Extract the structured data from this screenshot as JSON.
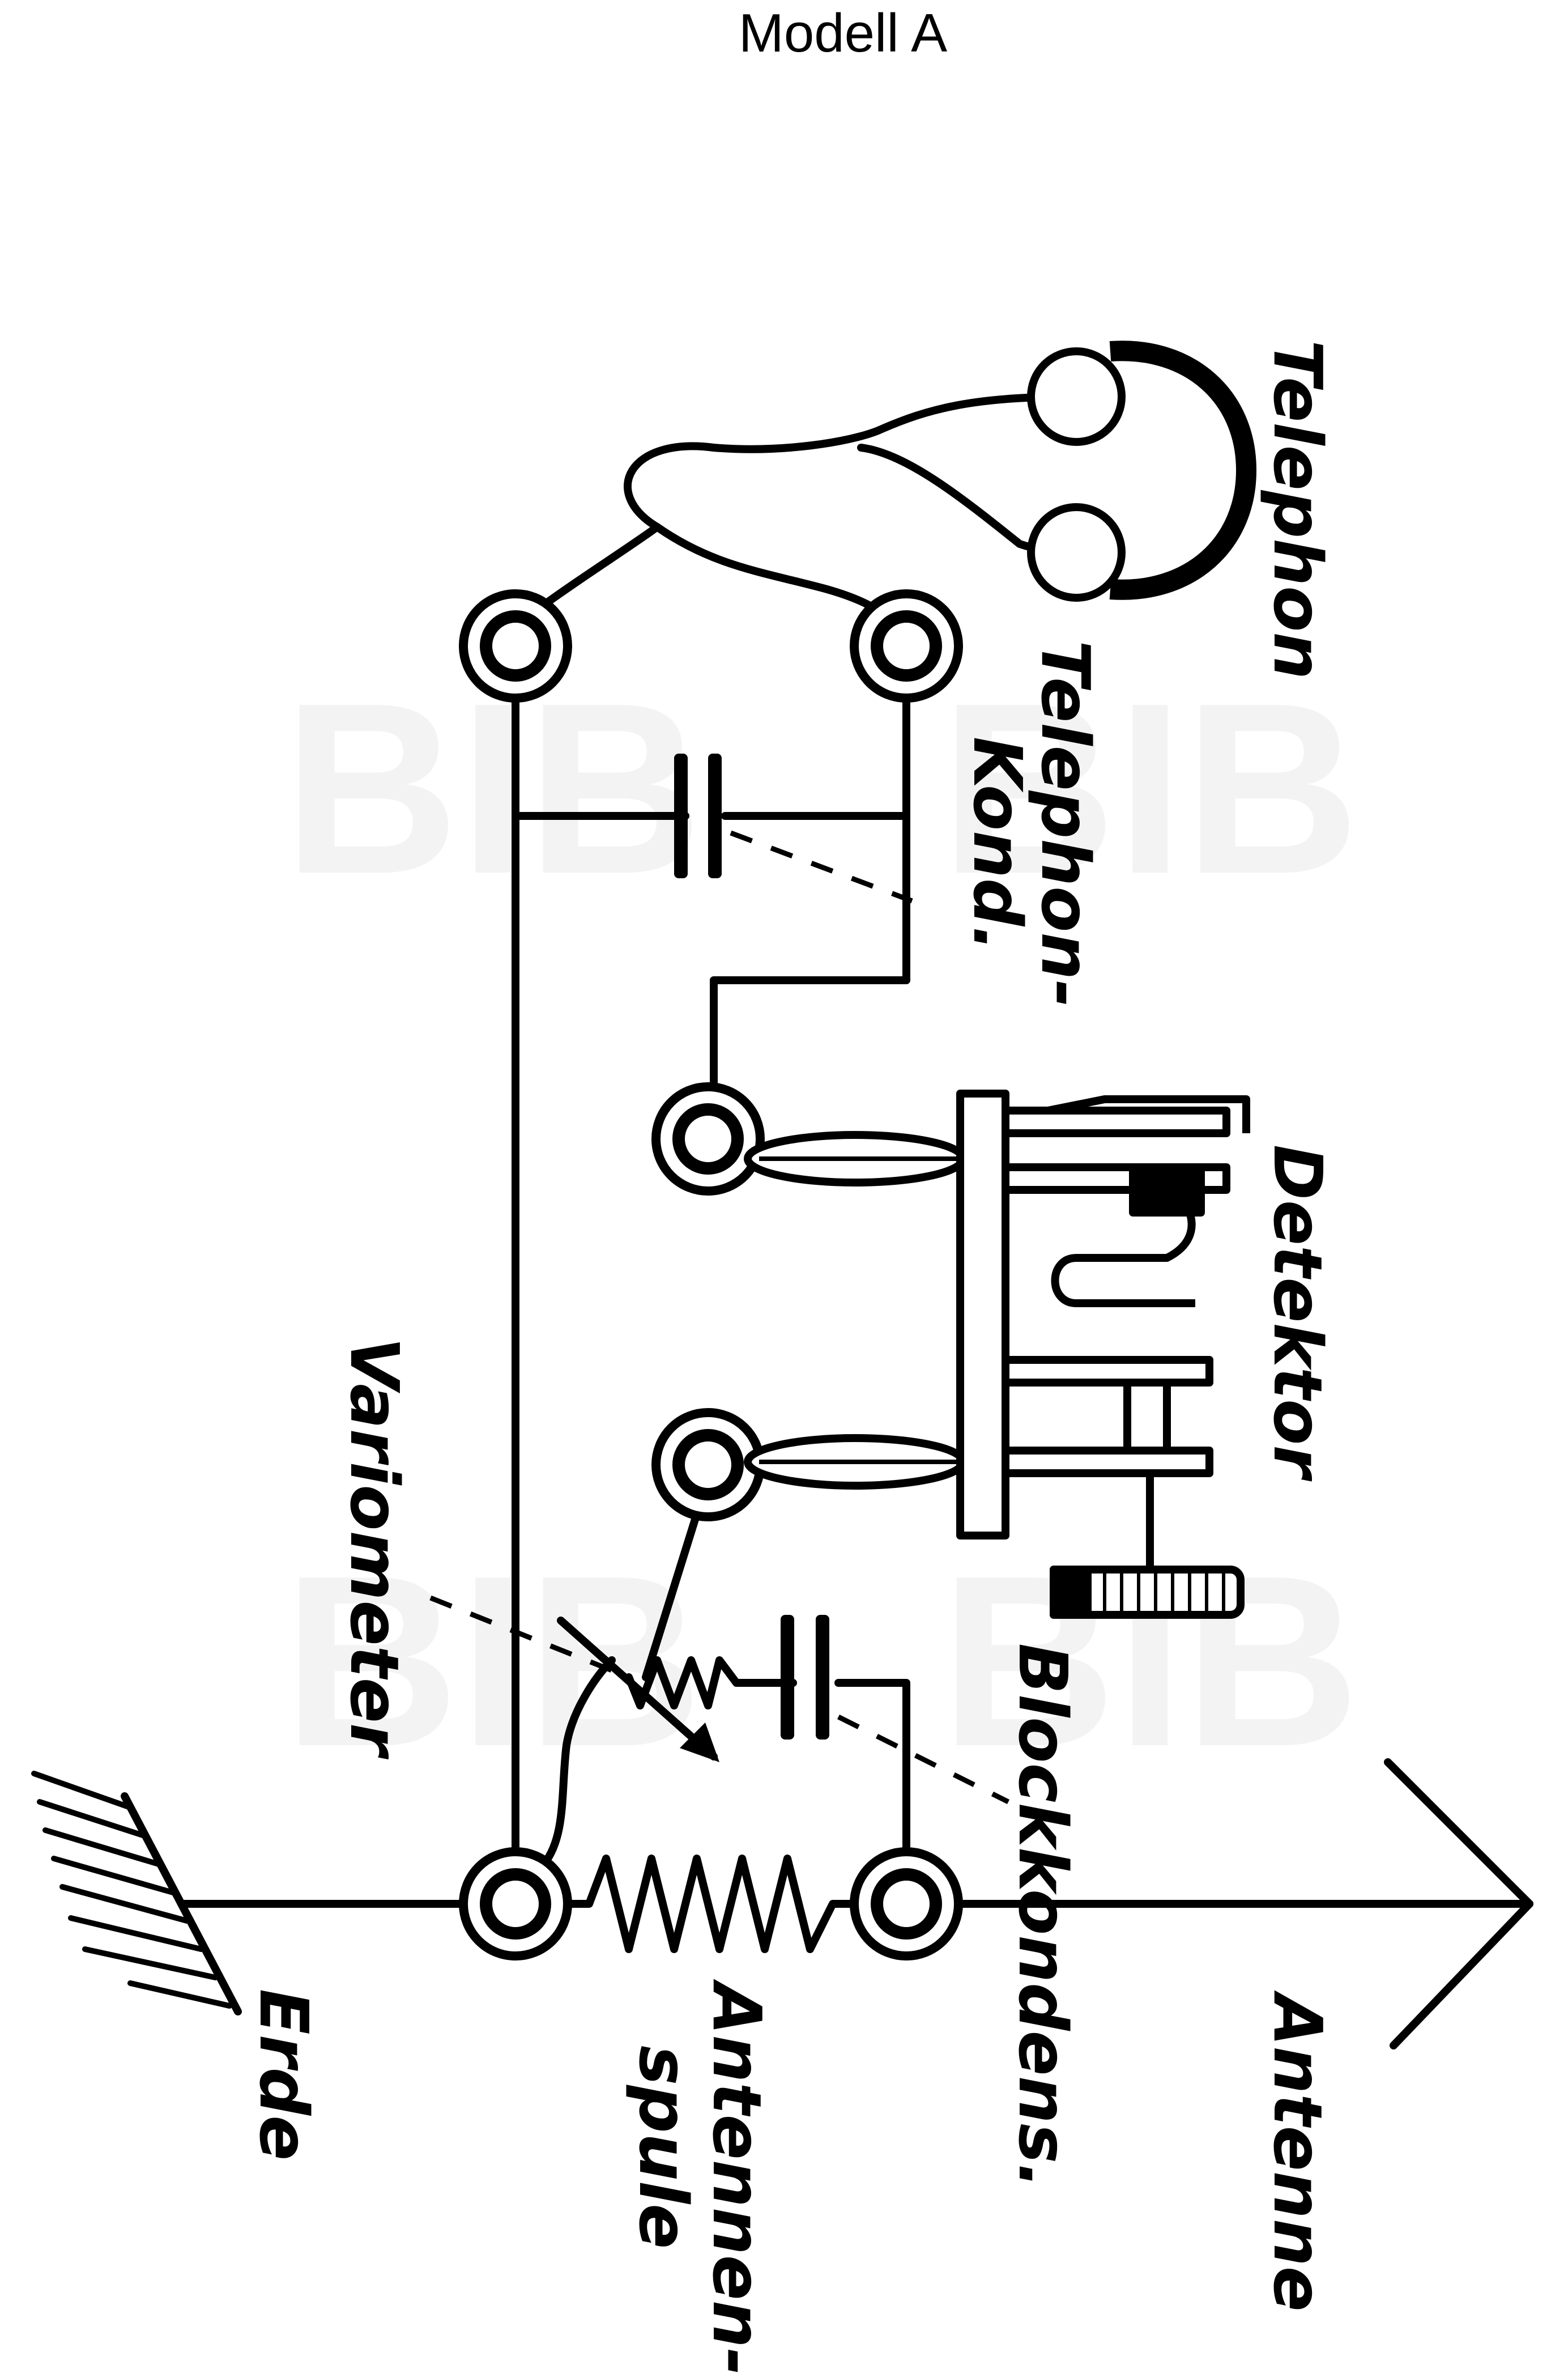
{
  "title": "Modell A",
  "labels": {
    "telephon": "Telephon",
    "telephon_kond_line1": "Telephon-",
    "telephon_kond_line2": "Kond.",
    "detektor": "Detektor",
    "variometer": "Variometer",
    "blockkondens": "Blockkondens.",
    "antenne": "Antenne",
    "antennenspule_line1": "Antennen-",
    "antennenspule_line2": "spule",
    "erde": "Erde"
  },
  "watermark": "BIB",
  "colors": {
    "ink": "#000000",
    "paper": "#ffffff"
  }
}
